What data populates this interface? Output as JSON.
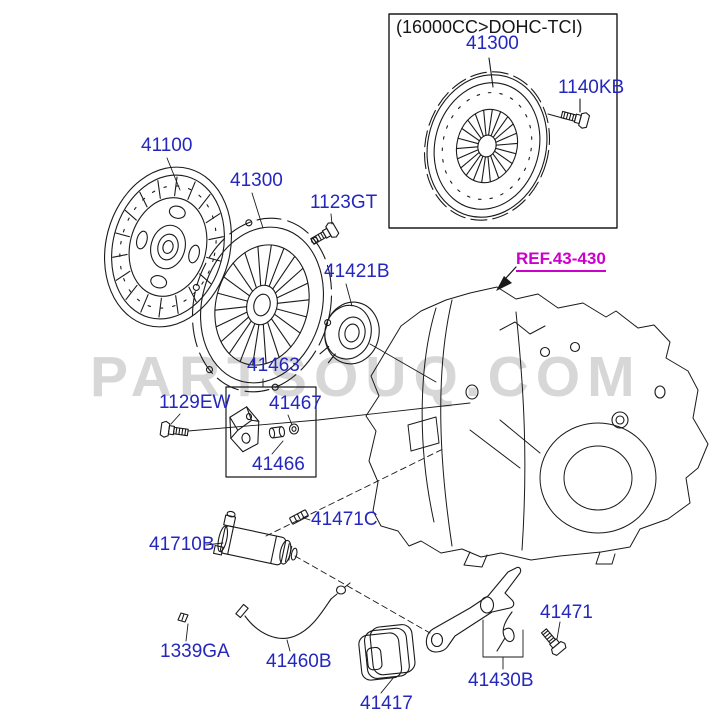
{
  "diagram": {
    "watermark": "PARTSOUQ.COM",
    "ref_link": "REF.43-430",
    "inset": {
      "title": "(16000CC>DOHC-TCI)",
      "cover": "41300",
      "bolt": "1140KB"
    },
    "parts": {
      "clutch_disc": "41100",
      "clutch_cover": "41300",
      "cover_bolt": "1123GT",
      "release_bearing": "41421B",
      "bracket_assy": "41463",
      "bracket_bolt": "1129EW",
      "bracket_washer": "41467",
      "bracket_pin": "41466",
      "spring_pin": "41471C",
      "release_cylinder": "41710B",
      "clip": "1339GA",
      "hose": "41460B",
      "boot": "41417",
      "release_fork": "41430B",
      "pivot_bolt": "41471"
    },
    "colors": {
      "label_blue": "#2427be",
      "ref_magenta": "#cc00cc",
      "line": "#1a1a1a",
      "watermark_gray": "#d7d7d7"
    }
  }
}
